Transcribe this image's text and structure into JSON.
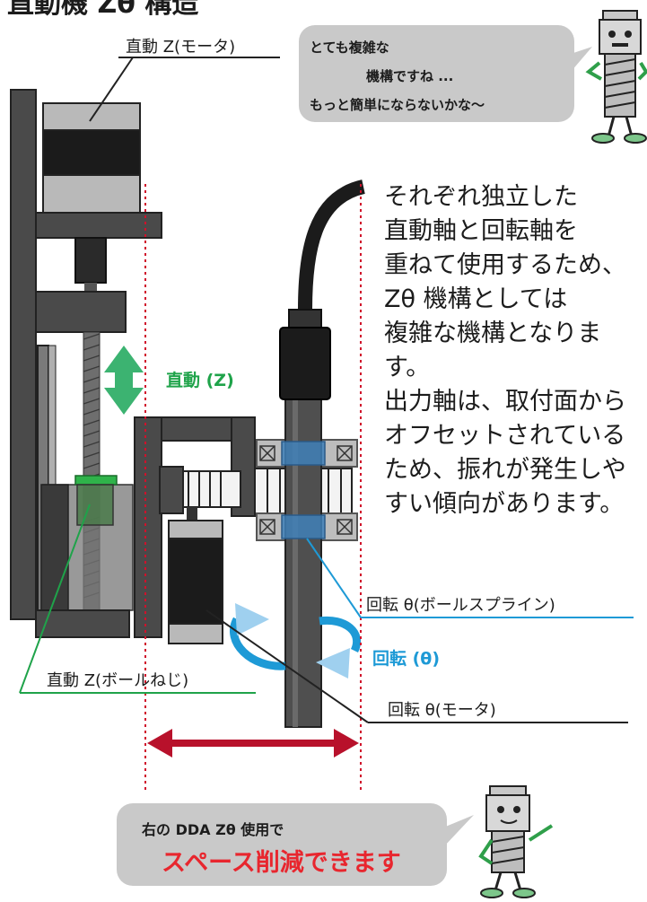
{
  "title_fragment": "直動機 Zθ 構造",
  "labels": {
    "linear_z_motor": "直動 Z(モータ)",
    "linear_z_arrow": "直動 (Z)",
    "rotation_ballspline": "回転 θ(ボールスプライン)",
    "rotation_arrow": "回転 (θ)",
    "linear_z_ballscrew": "直動 Z(ボールねじ)",
    "rotation_motor": "回転 θ(モータ)"
  },
  "bubble_top": {
    "line1": "とても複雑な",
    "line2": "機構ですね ...",
    "line3": "もっと簡単にならないかな～"
  },
  "description": [
    "それぞれ独立した",
    "直動軸と回転軸を",
    "重ねて使用するため、",
    "Zθ 機構としては",
    "複雑な機構となりま",
    "す。",
    "出力軸は、取付面から",
    "オフセットされている",
    "ため、振れが発生しや",
    "すい傾向があります。"
  ],
  "bubble_bottom": {
    "line1": "右の DDA Zθ 使用で",
    "line2": "スペース削減できます"
  },
  "colors": {
    "green": "#1fa34a",
    "blue": "#1e9ad6",
    "red": "#d0112b",
    "bubble": "#c9c9c9",
    "dark_gray": "#4a4a4a"
  }
}
